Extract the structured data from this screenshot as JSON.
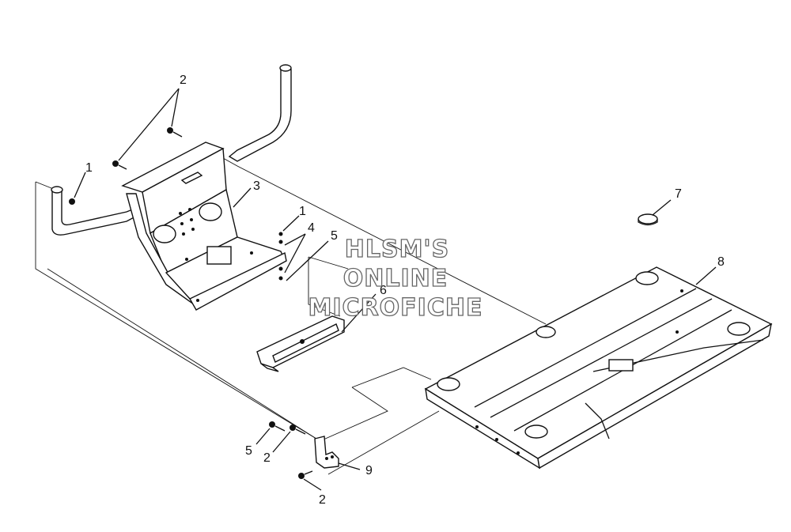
{
  "callouts": {
    "c1a": "1",
    "c1b": "1",
    "c2a": "2",
    "c2b": "2",
    "c2c": "2",
    "c3": "3",
    "c4": "4",
    "c5a": "5",
    "c5b": "5",
    "c6": "6",
    "c7": "7",
    "c8": "8",
    "c9": "9"
  },
  "watermark": {
    "line1": "HLSM'S",
    "line2": "ONLINE",
    "line3": "MICROFICHE"
  }
}
